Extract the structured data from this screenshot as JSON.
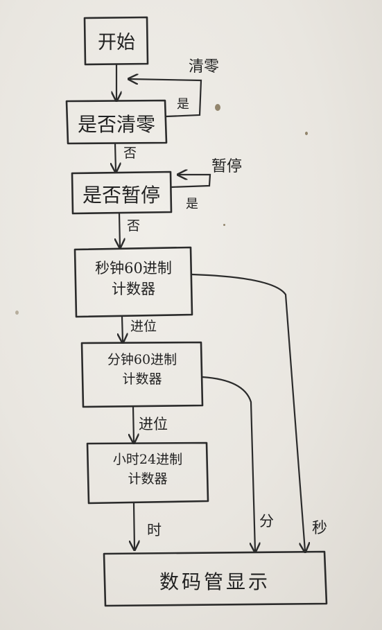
{
  "nodes": {
    "start": "开始",
    "clear_check": "是否清零",
    "pause_check": "是否暂停",
    "seconds_counter": [
      "秒钟60进制",
      "计数器"
    ],
    "minutes_counter": [
      "分钟60进制",
      "计数器"
    ],
    "hours_counter": [
      "小时24进制",
      "计数器"
    ],
    "display": "数码管显示"
  },
  "edge_labels": {
    "clear": "清零",
    "clear_yes": "是",
    "clear_no": "否",
    "pause": "暂停",
    "pause_yes": "是",
    "pause_no": "否",
    "carry_sec": "进位",
    "carry_min": "进位",
    "hour": "时",
    "minute": "分",
    "second": "秒"
  }
}
